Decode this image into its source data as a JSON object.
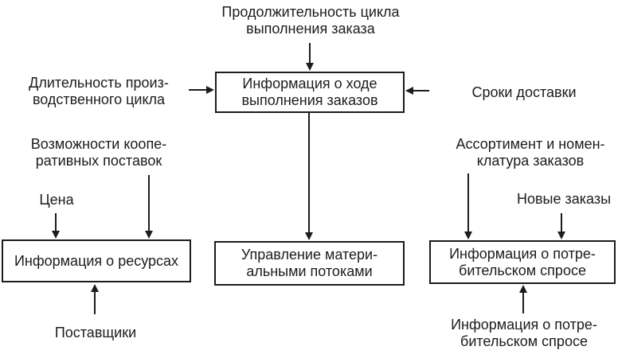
{
  "colors": {
    "ink": "#1c1c1c",
    "background": "#ffffff"
  },
  "nodes": {
    "order_progress": "Информация о ходе\nвыполнения заказов",
    "resources": "Информация о ресурсах",
    "material_flow": "Управление матери-\nальными потоками",
    "consumer_demand": "Информация о потре-\nбительском спросе"
  },
  "labels": {
    "order_cycle_duration": "Продолжительность цикла\nвыполнения заказа",
    "production_cycle_length": "Длительность произ-\nводственного цикла",
    "cooperative_supply": "Возможности коопе-\nративных поставок",
    "price": "Цена",
    "suppliers": "Поставщики",
    "delivery_terms": "Сроки доставки",
    "assortment": "Ассортимент и номен-\nклатура заказов",
    "new_orders": "Новые заказы",
    "consumer_demand_info": "Информация о потре-\nбительском спросе"
  }
}
